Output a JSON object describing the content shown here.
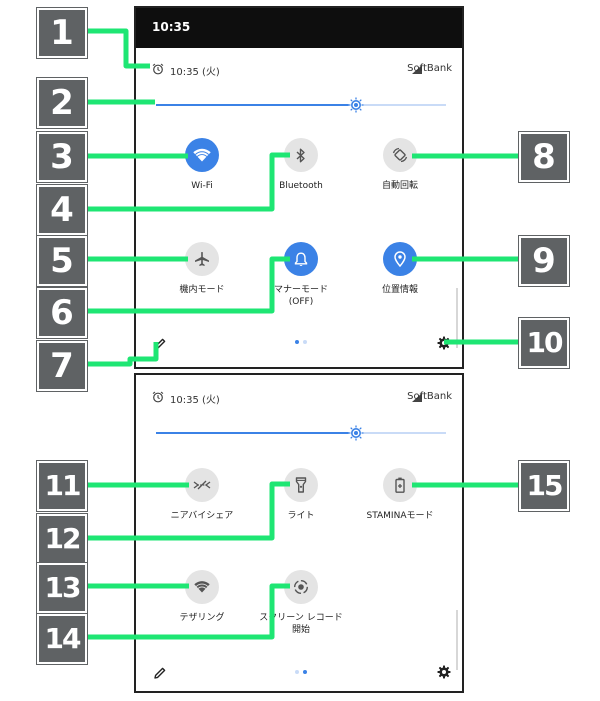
{
  "colors": {
    "accent": "#3b82e6",
    "leader": "#1ee673",
    "badge": "#5f6264"
  },
  "status_bar": {
    "time": "10:35"
  },
  "panel1": {
    "alarm_text": "10:35 (火)",
    "carrier": "SoftBank",
    "brightness_level": 0.69,
    "tiles": [
      {
        "label": "Wi-Fi",
        "state": "on",
        "icon": "wifi-icon"
      },
      {
        "label": "Bluetooth",
        "state": "off",
        "icon": "bluetooth-icon"
      },
      {
        "label": "自動回転",
        "state": "off",
        "icon": "auto-rotate-icon"
      },
      {
        "label": "機内モード",
        "state": "off",
        "icon": "airplane-icon"
      },
      {
        "label": "マナーモード",
        "label2": "(OFF)",
        "state": "on",
        "icon": "bell-icon"
      },
      {
        "label": "位置情報",
        "state": "on",
        "icon": "location-pin-icon"
      }
    ],
    "page_dots": {
      "active": 1,
      "total": 2
    }
  },
  "panel2": {
    "alarm_text": "10:35 (火)",
    "carrier": "SoftBank",
    "brightness_level": 0.69,
    "tiles": [
      {
        "label": "ニアバイシェア",
        "state": "off",
        "icon": "nearby-share-icon"
      },
      {
        "label": "ライト",
        "state": "off",
        "icon": "flashlight-icon"
      },
      {
        "label": "STAMINAモード",
        "state": "off",
        "icon": "battery-icon"
      },
      {
        "label": "テザリング",
        "state": "off",
        "icon": "hotspot-icon"
      },
      {
        "label": "スクリーン レコード",
        "label2": "開始",
        "state": "off",
        "icon": "screen-record-icon"
      }
    ],
    "page_dots": {
      "active": 2,
      "total": 2
    }
  },
  "callouts": [
    "1",
    "2",
    "3",
    "4",
    "5",
    "6",
    "7",
    "8",
    "9",
    "10",
    "11",
    "12",
    "13",
    "14",
    "15"
  ]
}
